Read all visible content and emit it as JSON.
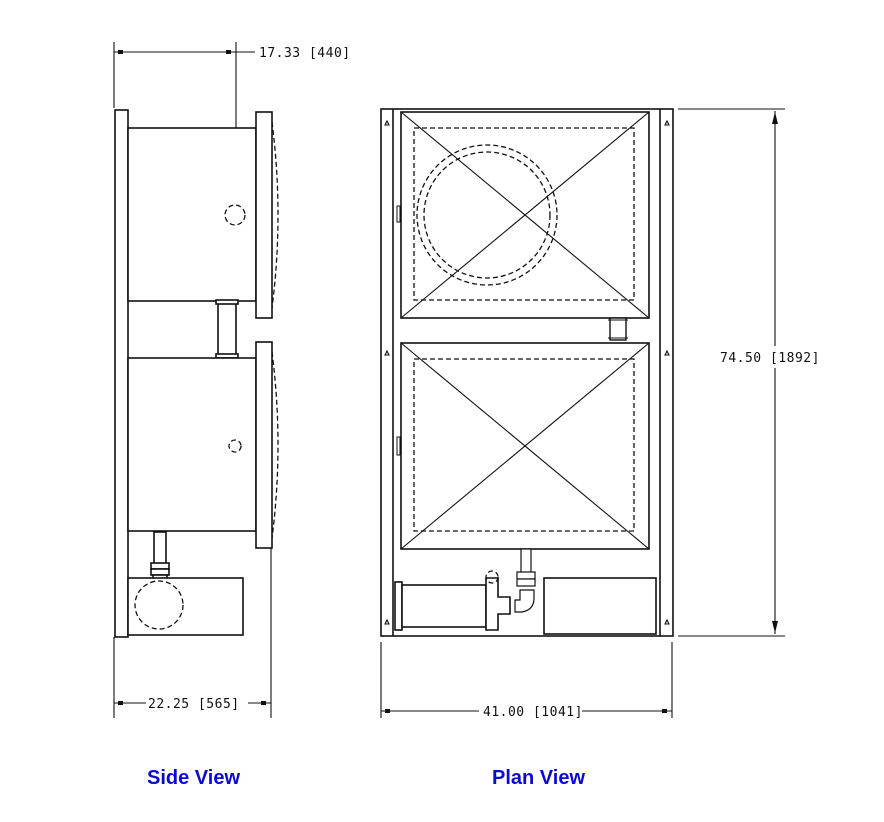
{
  "diagram": {
    "type": "technical-drawing",
    "views": [
      {
        "id": "side",
        "caption": "Side View",
        "dimensions": {
          "top_width": "17.33 [440]",
          "bottom_width": "22.25 [565]"
        }
      },
      {
        "id": "plan",
        "caption": "Plan View",
        "dimensions": {
          "height": "74.50 [1892]",
          "width": "41.00 [1041]"
        }
      }
    ],
    "caption_color": "#0a0ad8",
    "line_color": "#111111"
  }
}
